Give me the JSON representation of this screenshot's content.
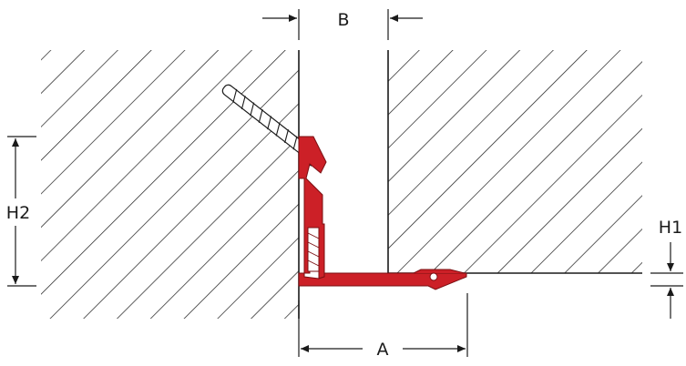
{
  "diagram": {
    "labels": {
      "gap_width": "B",
      "left_height": "H2",
      "right_step_height": "H1",
      "base_length": "A"
    },
    "colors": {
      "profile": "#cc2027",
      "profile_outline": "#7a0f12",
      "hatch": "#1a1a1a",
      "dimension": "#1a1a1a",
      "background": "#ffffff"
    }
  }
}
